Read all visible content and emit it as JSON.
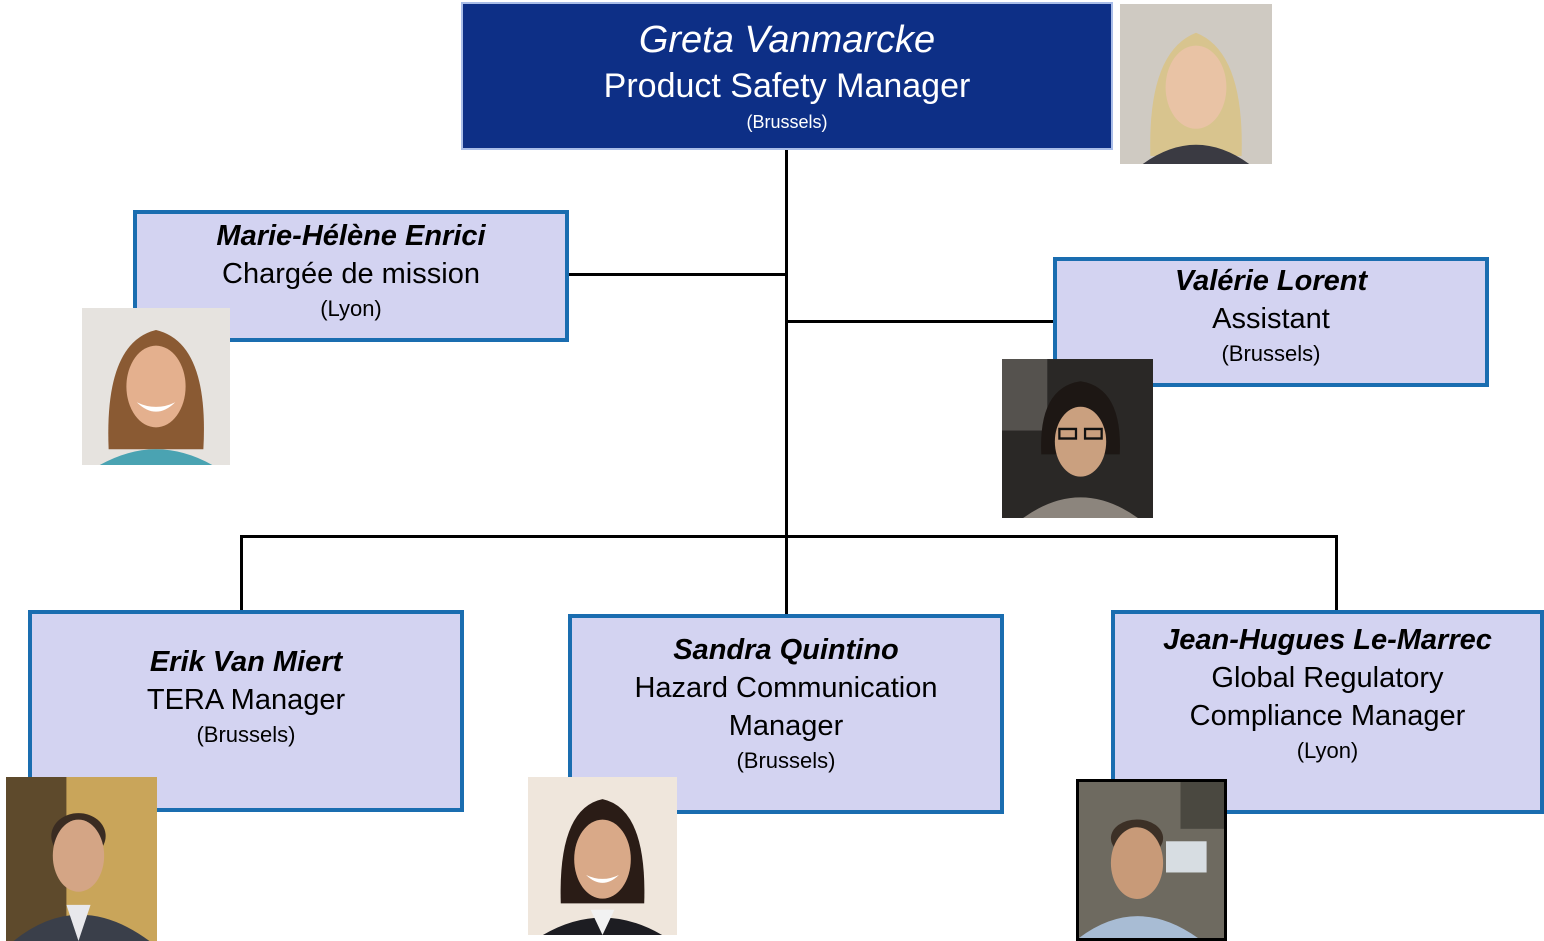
{
  "head": {
    "name": "Greta Vanmarcke",
    "role": "Product Safety Manager",
    "location": "(Brussels)",
    "photo": "portrait-blonde-woman"
  },
  "staff_left": {
    "name": "Marie-Hélène Enrici",
    "role": "Chargée de mission",
    "location": "(Lyon)",
    "photo": "portrait-smiling-woman"
  },
  "staff_right": {
    "name": "Valérie Lorent",
    "role": "Assistant",
    "location": "(Brussels)",
    "photo": "portrait-woman-glasses"
  },
  "reports": [
    {
      "name": "Erik Van Miert",
      "role_lines": [
        "TERA Manager"
      ],
      "location": "(Brussels)",
      "photo": "portrait-man-suit"
    },
    {
      "name": "Sandra Quintino",
      "role_lines": [
        "Hazard Communication",
        "Manager"
      ],
      "location": "(Brussels)",
      "photo": "portrait-dark-haired-woman"
    },
    {
      "name": "Jean-Hugues Le-Marrec",
      "role_lines": [
        "Global Regulatory",
        "Compliance Manager"
      ],
      "location": "(Lyon)",
      "photo": "portrait-man-office"
    }
  ],
  "colors": {
    "head_box": "#0d2f86",
    "staff_box": "#d3d3f1",
    "box_border": "#1a6db0",
    "connector": "#000000"
  }
}
